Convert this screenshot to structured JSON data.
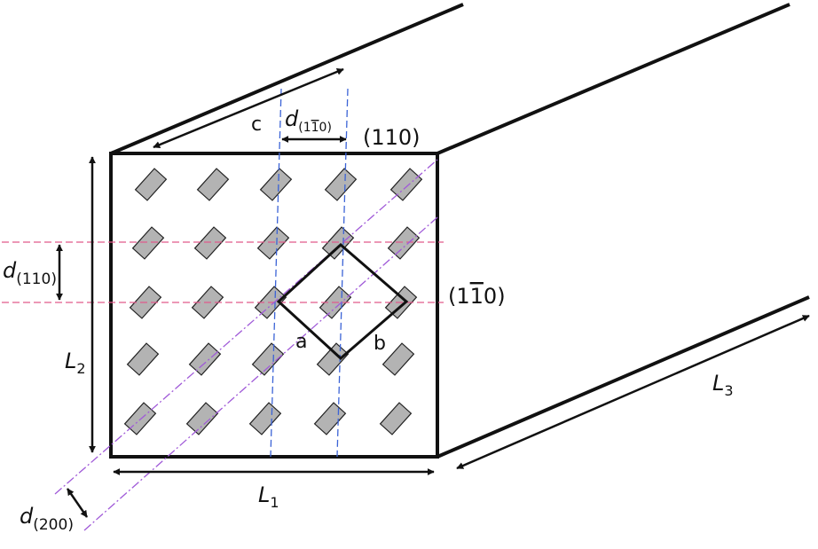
{
  "diagram": {
    "labels": {
      "c": "c",
      "a": "a",
      "b": "b",
      "plane_110": "(110)",
      "plane_1bar10": {
        "open": "(1",
        "barred": "1",
        "close": "0)"
      },
      "L1": {
        "main": "L",
        "sub": "1"
      },
      "L2": {
        "main": "L",
        "sub": "2"
      },
      "L3": {
        "main": "L",
        "sub": "3"
      },
      "d_1bar10": {
        "main": "d",
        "sub_open": "(1",
        "sub_barred": "1",
        "sub_close": "0)"
      },
      "d_110": {
        "main": "d",
        "sub": "(110)"
      },
      "d_200": {
        "main": "d",
        "sub": "(200)"
      }
    },
    "colors": {
      "outline": "#111111",
      "molecule_fill": "#b3b3b3",
      "molecule_stroke": "#222222",
      "plane_110_lines": "#e05a8a",
      "plane_1bar10_lines": "#3b63d6",
      "plane_200_lines": "#a05ad8"
    }
  }
}
